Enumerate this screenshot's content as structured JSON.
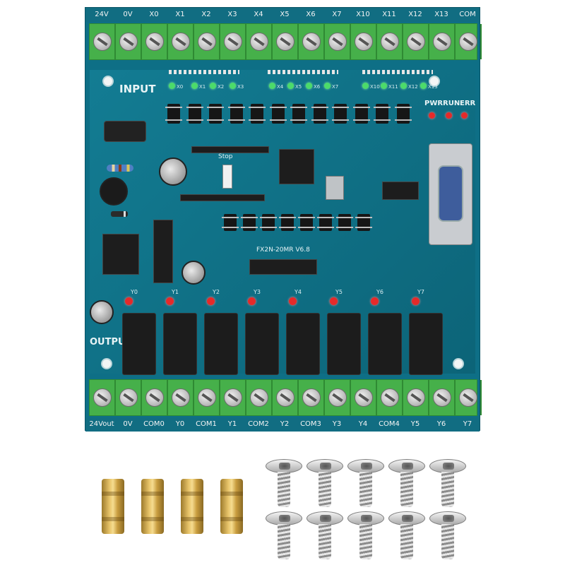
{
  "board": {
    "input_title": "INPUT",
    "output_title": "OUTPUT",
    "model": "FX2N-20MR V6.8",
    "stop_label": "Stop",
    "status_leds": {
      "pwr": "PWR",
      "run": "RUN",
      "err": "ERR"
    },
    "input_pins": [
      "24V",
      "0V",
      "X0",
      "X1",
      "X2",
      "X3",
      "X4",
      "X5",
      "X6",
      "X7",
      "X10",
      "X11",
      "X12",
      "X13",
      "COM"
    ],
    "output_pins": [
      "24Vout",
      "0V",
      "COM0",
      "Y0",
      "COM1",
      "Y1",
      "COM2",
      "Y2",
      "COM3",
      "Y3",
      "Y4",
      "COM4",
      "Y5",
      "Y6",
      "Y7"
    ],
    "input_led_labels": [
      "X0",
      "X1",
      "X2",
      "X3",
      "X4",
      "X5",
      "X6",
      "X7",
      "X10",
      "X11",
      "X12",
      "X13"
    ],
    "output_led_labels": [
      "Y0",
      "Y1",
      "Y2",
      "Y3",
      "Y4",
      "Y5",
      "Y6",
      "Y7"
    ],
    "colors": {
      "pcb": "#0e6f86",
      "terminal": "#46b04a",
      "silkscreen": "#e8f4f6",
      "led_input": "#4cdb6a",
      "led_output": "#e52a2a"
    }
  },
  "accessories": {
    "standoff_count": 4,
    "screw_count": 10
  }
}
